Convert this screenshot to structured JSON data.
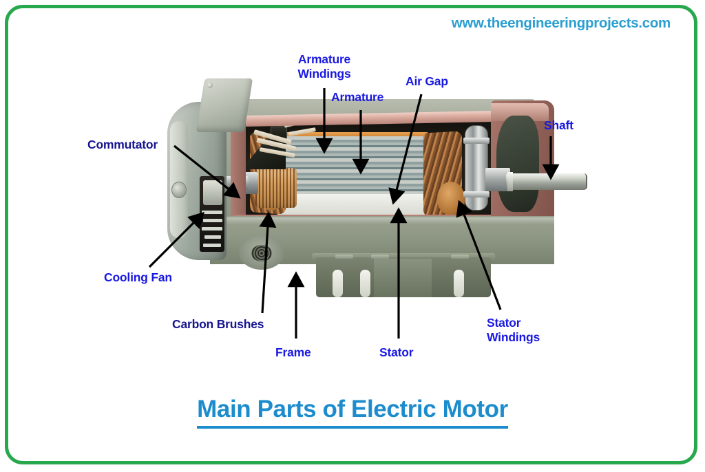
{
  "watermark": {
    "url": "www.theengineeringprojects.com"
  },
  "title": {
    "text": "Main Parts of Electric Motor"
  },
  "colors": {
    "frame_border": "#27a84c",
    "watermark": "#2a9fd0",
    "title": "#1c8ccd",
    "label_blue": "#1a19e0",
    "label_navy": "#16158f",
    "arrow": "#000000",
    "background": "#ffffff"
  },
  "diagram": {
    "subject": "electric-motor-cutaway",
    "labels": [
      {
        "id": "armature-windings",
        "text": "Armature\nWindings"
      },
      {
        "id": "armature",
        "text": "Armature"
      },
      {
        "id": "air-gap",
        "text": "Air Gap"
      },
      {
        "id": "shaft",
        "text": "Shaft"
      },
      {
        "id": "commutator",
        "text": "Commutator"
      },
      {
        "id": "cooling-fan",
        "text": "Cooling Fan"
      },
      {
        "id": "carbon-brushes",
        "text": "Carbon Brushes"
      },
      {
        "id": "frame",
        "text": "Frame"
      },
      {
        "id": "stator",
        "text": "Stator"
      },
      {
        "id": "stator-windings",
        "text": "Stator\nWindings"
      }
    ]
  }
}
